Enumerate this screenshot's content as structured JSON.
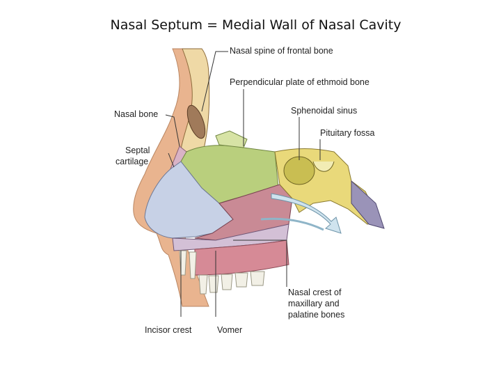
{
  "slide": {
    "title": "Nasal Septum = Medial Wall of Nasal Cavity"
  },
  "labels": {
    "nasal_spine": "Nasal spine of frontal bone",
    "perpendicular_plate": "Perpendicular plate of ethmoid bone",
    "sphenoidal_sinus": "Sphenoidal sinus",
    "pituitary_fossa": "Pituitary fossa",
    "nasal_bone": "Nasal bone",
    "septal_cartilage_line1": "Septal",
    "septal_cartilage_line2": "cartilage",
    "nasal_crest_line1": "Nasal crest of",
    "nasal_crest_line2": "maxillary and",
    "nasal_crest_line3": "palatine bones",
    "incisor_crest": "Incisor crest",
    "vomer": "Vomer"
  },
  "colors": {
    "skin": "#e9b48f",
    "frontal_bone": "#efd9a6",
    "ethmoid_plate": "#b9cf7d",
    "septal_cartilage": "#c7d1e6",
    "vomer": "#c98a95",
    "sphenoid": "#e9d97a",
    "palate": "#d3c0d6",
    "teeth": "#f2f0e6",
    "arrow": "#cfe3ee"
  }
}
